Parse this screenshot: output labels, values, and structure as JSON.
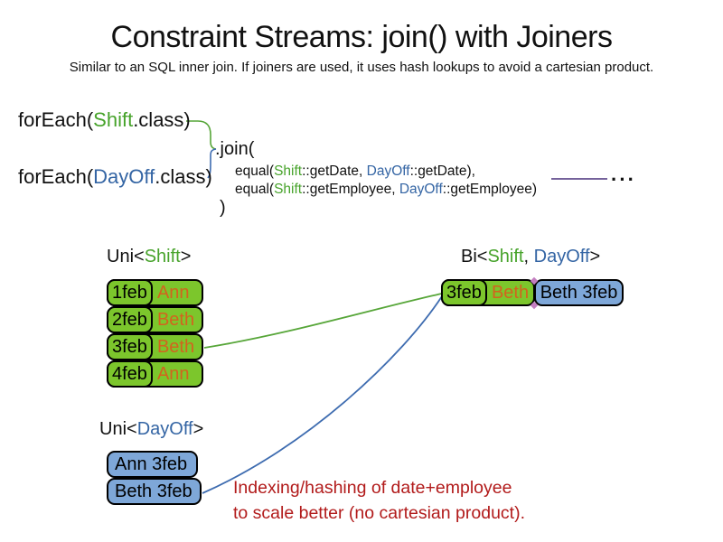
{
  "title": "Constraint Streams: join() with Joiners",
  "subtitle": "Similar to an SQL inner join. If joiners are used, it uses hash lookups to avoid a cartesian product.",
  "code": {
    "foreach_shift": {
      "pre": "forEach(",
      "type": "Shift",
      "post": ".class)"
    },
    "foreach_dayoff": {
      "pre": "forEach(",
      "type": "DayOff",
      "post": ".class)"
    },
    "join_open": ".join(",
    "equal_date": {
      "pre": "equal(",
      "shift": "Shift",
      "mid": "::getDate, ",
      "dayoff": "DayOff",
      "post": "::getDate),"
    },
    "equal_employee": {
      "pre": "equal(",
      "shift": "Shift",
      "mid": "::getEmployee, ",
      "dayoff": "DayOff",
      "post": "::getEmployee)"
    },
    "join_close": ")",
    "ellipsis": "···"
  },
  "uni_shift": {
    "label": {
      "pre": "Uni<",
      "type": "Shift",
      "post": ">"
    },
    "rows": [
      {
        "date": "1feb",
        "employee": "Ann"
      },
      {
        "date": "2feb",
        "employee": "Beth"
      },
      {
        "date": "3feb",
        "employee": "Beth"
      },
      {
        "date": "4feb",
        "employee": "Ann"
      }
    ]
  },
  "bi": {
    "label": {
      "pre": "Bi<",
      "shift": "Shift",
      "sep": ", ",
      "dayoff": "DayOff",
      "post": ">"
    },
    "result": {
      "date": "3feb",
      "employee": "Beth",
      "dayoff": "Beth 3feb"
    }
  },
  "uni_dayoff": {
    "label": {
      "pre": "Uni<",
      "type": "DayOff",
      "post": ">"
    },
    "rows": [
      "Ann 3feb",
      "Beth 3feb"
    ]
  },
  "note": {
    "line1": "Indexing/hashing of date+employee",
    "line2": "to scale better (no cartesian product)."
  },
  "colors": {
    "green_fill": "#7CC62C",
    "green_text": "#47A32B",
    "blue_fill": "#7EA7D8",
    "blue_text": "#3465A4",
    "orange_text": "#D2641E",
    "red_text": "#B21B1B",
    "purple_line": "#75629B",
    "connector_green": "#57A639",
    "connector_blue": "#3E6CB0"
  }
}
